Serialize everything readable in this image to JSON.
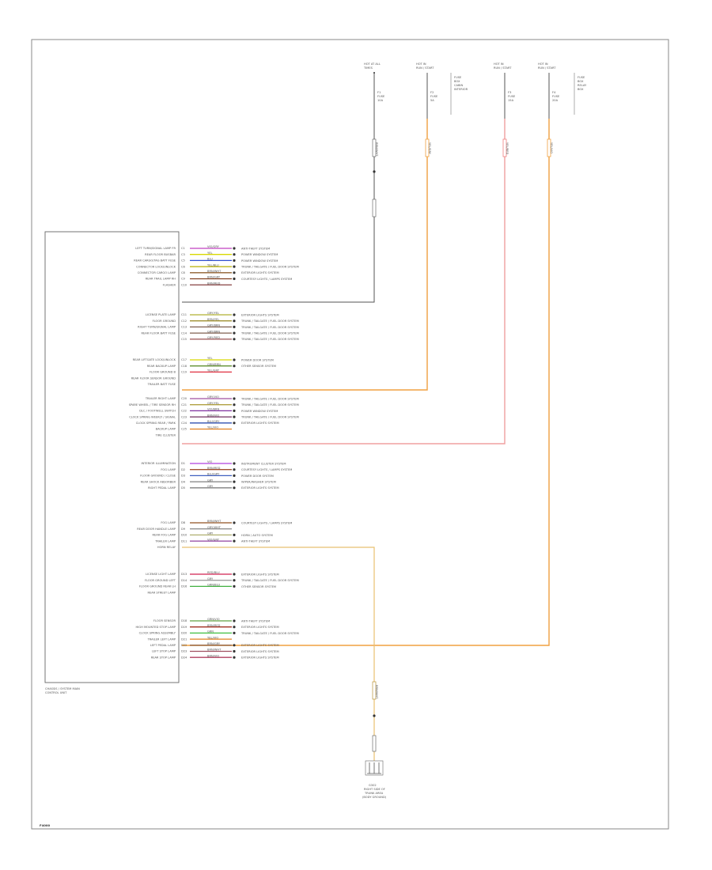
{
  "module": {
    "caption": [
      "CHASSIS / SYSTEM MAIN",
      "CONTROL UNIT"
    ],
    "pins_block_a": [
      "LEFT TURN/SIGNAL LAMP FR",
      "REAR FLOOR BUSBAR",
      "REAR CARGO/TAG BATT FUSE",
      "CONNECTOR LOCK/UNLOCK",
      "CONNECTOR CARGO LAMP",
      "REAR TRAIL LAMP RH",
      "FLASHER"
    ],
    "pins_block_b": [
      "LICENSE PLATE LAMP",
      "FLOOR GROUND",
      "RIGHT TURN/SIGNAL LAMP",
      "REAR FLOOR BATT FUSE"
    ],
    "pins_block_c": [
      "REAR LIFTGATE LOCK/UNLOCK",
      "REAR BACKUP LAMP",
      "FLOOR GROUND B",
      "REAR FLOOR SENSOR GROUND",
      "TRAILER BATT FUSE"
    ],
    "pins_block_d": [
      "TRAILER RIGHT LAMP",
      "SPARE WHEEL / TIRE SENSOR RH",
      "DLC / FOOTWELL SWITCH",
      "CLOCK SPRING WEEKLY / SIGNAL",
      "CLOCK SPRING REAR / PARK",
      "BACKUP LAMP",
      "TIRE CLUSTER"
    ],
    "pins_block_e": [
      "INTERIOR ILLUMINATION",
      "FOG LAMP",
      "FLOOR GROUND / CLOSE",
      "REAR SHOCK ABSORBER",
      "RIGHT PEDAL LAMP"
    ],
    "pins_block_f": [
      "FOG LAMP",
      "REAR DOOR HANDLE LAMP",
      "REAR FOG LAMP",
      "TRAILER LAMP",
      "HORN RELAY"
    ],
    "pins_block_g": [
      "LICENSE LIGHT LAMP",
      "FLOOR GROUND LEFT",
      "FLOOR GROUND REAR LH",
      "REAR STREET LAMP"
    ],
    "pins_block_h": [
      "FLOOR SENSOR",
      "HIGH MOUNTED STOP LAMP",
      "CLOCK SPRING ASSEMBLY",
      "TRAILER LEFT LAMP",
      "LEFT PEDAL LAMP",
      "LEFT STOP LAMP",
      "REAR STOP LAMP"
    ]
  },
  "wires_block_a": [
    {
      "pin": "C1",
      "code": "VIO/GRY",
      "color": "#c040c0",
      "dest": "ANTI-THEFT SYSTEM"
    },
    {
      "pin": "C3",
      "code": "YEL",
      "color": "#d8d800",
      "dest": "POWER WINDOW SYSTEM"
    },
    {
      "pin": "C5",
      "code": "BLU",
      "color": "#3050d0",
      "dest": "POWER WINDOW SYSTEM"
    },
    {
      "pin": "C6",
      "code": "YEL/BLU",
      "color": "#b8b000",
      "dest": "TRUNK / TAILGATE / FUEL DOOR SYSTEM"
    },
    {
      "pin": "C8",
      "code": "BRN/WHT",
      "color": "#906030",
      "dest": "EXTERIOR LIGHTS SYSTEM"
    },
    {
      "pin": "C9",
      "code": "BRN/GRY",
      "color": "#804020",
      "dest": "COURTESY LIGHTS / LAMPS SYSTEM"
    },
    {
      "pin": "C10",
      "code": "BRN/RED",
      "color": "#905050",
      "dest": ""
    }
  ],
  "wires_block_b": [
    {
      "pin": "C11",
      "code": "GRY/YEL",
      "color": "#b0b030",
      "dest": "EXTERIOR LIGHTS SYSTEM"
    },
    {
      "pin": "C12",
      "code": "BRN/YEL",
      "color": "#a09030",
      "dest": "TRUNK / TAILGATE / FUEL DOOR SYSTEM"
    },
    {
      "pin": "C13",
      "code": "GRY/BRN",
      "color": "#806050",
      "dest": "TRUNK / TAILGATE / FUEL DOOR SYSTEM"
    },
    {
      "pin": "C14",
      "code": "GRY/BRN",
      "color": "#806050",
      "dest": "TRUNK / TAILGATE / FUEL DOOR SYSTEM"
    },
    {
      "pin": "C15",
      "code": "GRY/RED",
      "color": "#a06060",
      "dest": "TRUNK / TAILGATE / FUEL DOOR SYSTEM"
    }
  ],
  "wires_block_c": [
    {
      "pin": "C17",
      "code": "YEL",
      "color": "#d8d800",
      "dest": "POWER DOOR SYSTEM"
    },
    {
      "pin": "C18",
      "code": "GRN/BRN",
      "color": "#609030",
      "dest": "OTHER SENSOR SYSTEM"
    },
    {
      "pin": "C19",
      "code": "YEL/GRY",
      "color": "#e03040",
      "dest": ""
    }
  ],
  "wires_block_d": [
    {
      "pin": "C20",
      "code": "GRY/VIO",
      "color": "#a050a0",
      "dest": "TRUNK / TAILGATE / FUEL DOOR SYSTEM"
    },
    {
      "pin": "C21",
      "code": "GRY/YEL",
      "color": "#b0a040",
      "dest": "TRUNK / TAILGATE / FUEL DOOR SYSTEM"
    },
    {
      "pin": "C22",
      "code": "VIO/BRN",
      "color": "#8030a0",
      "dest": "POWER WINDOW SYSTEM"
    },
    {
      "pin": "C23",
      "code": "BRN/VIO",
      "color": "#703060",
      "dest": "TRUNK / TAILGATE / FUEL DOOR SYSTEM"
    },
    {
      "pin": "C24",
      "code": "BLU/GRY",
      "color": "#3050b0",
      "dest": "EXTERIOR LIGHTS SYSTEM"
    },
    {
      "pin": "C25",
      "code": "YEL/VIO",
      "color": "#e08020",
      "dest": ""
    }
  ],
  "wires_block_e": [
    {
      "pin": "D1",
      "code": "VIO",
      "color": "#b040e0",
      "dest": "INSTRUMENT CLUSTER SYSTEM"
    },
    {
      "pin": "D2",
      "code": "BRN/RED",
      "color": "#a05030",
      "dest": "COURTESY LIGHTS / LAMPS SYSTEM"
    },
    {
      "pin": "D3",
      "code": "BLU/GRY",
      "color": "#4060c0",
      "dest": "POWER DOOR SYSTEM"
    },
    {
      "pin": "D4",
      "code": "GRY",
      "color": "#808080",
      "dest": "WIPER/WASHER SYSTEM"
    },
    {
      "pin": "D5",
      "code": "GRY",
      "color": "#808080",
      "dest": "EXTERIOR LIGHTS SYSTEM"
    }
  ],
  "wires_block_f": [
    {
      "pin": "D8",
      "code": "BRN/WHT",
      "color": "#905020",
      "dest": "COURTESY LIGHTS / LAMPS SYSTEM"
    },
    {
      "pin": "D9",
      "code": "GRY/WHT",
      "color": "#909090",
      "dest": ""
    },
    {
      "pin": "D10",
      "code": "GRY",
      "color": "#b0b070",
      "dest": "HORN / AUTO SYSTEM"
    },
    {
      "pin": "D11",
      "code": "VIO/GRY",
      "color": "#9040a0",
      "dest": "ANTI-THEFT SYSTEM"
    }
  ],
  "wires_block_g": [
    {
      "pin": "D13",
      "code": "RED/BLU",
      "color": "#d02050",
      "dest": "EXTERIOR LIGHTS SYSTEM"
    },
    {
      "pin": "D14",
      "code": "GRY",
      "color": "#a0a0a0",
      "dest": "TRUNK / TAILGATE / FUEL DOOR SYSTEM"
    },
    {
      "pin": "D16",
      "code": "GRN/BLU",
      "color": "#40b040",
      "dest": "OTHER SENSOR SYSTEM"
    }
  ],
  "wires_block_h": [
    {
      "pin": "D18",
      "code": "GRN/VIO",
      "color": "#60a040",
      "dest": "ANTI-THEFT SYSTEM"
    },
    {
      "pin": "D19",
      "code": "BRN/RED",
      "color": "#a03020",
      "dest": "EXTERIOR LIGHTS SYSTEM"
    },
    {
      "pin": "D20",
      "code": "GRN",
      "color": "#40c040",
      "dest": "TRUNK / TAILGATE / FUEL DOOR SYSTEM"
    },
    {
      "pin": "D21",
      "code": "YEL/VIO",
      "color": "#e08020",
      "dest": ""
    },
    {
      "pin": "D22",
      "code": "BRN/GRY",
      "color": "#906040",
      "dest": "EXTERIOR LIGHTS SYSTEM"
    },
    {
      "pin": "D23",
      "code": "BRN/WHT",
      "color": "#a05060",
      "dest": "EXTERIOR LIGHTS SYSTEM"
    },
    {
      "pin": "D24",
      "code": "BRN/VIO",
      "color": "#b04060",
      "dest": "EXTERIOR LIGHTS SYSTEM"
    }
  ],
  "feeds": [
    {
      "label": [
        "HOT AT ALL",
        "TIMES"
      ],
      "fuse": [
        "F1",
        "FUSE",
        "10A"
      ],
      "connector": "BRN/WHT",
      "color": "#555555",
      "side_label": []
    },
    {
      "label": [
        "HOT IN",
        "RUN / START"
      ],
      "fuse": [
        "F2",
        "FUSE",
        "5A"
      ],
      "connector": "YEL/GRY",
      "color": "#f0a040",
      "side_label": [
        "FUSE",
        "BOX",
        "CABIN",
        "INTERIOR"
      ]
    },
    {
      "label": [
        "HOT IN",
        "RUN / START"
      ],
      "fuse": [
        "F3",
        "FUSE",
        "15A"
      ],
      "connector": "YEL/RED",
      "color": "#f08080",
      "side_label": []
    },
    {
      "label": [
        "HOT IN",
        "RUN / START"
      ],
      "fuse": [
        "F4",
        "FUSE",
        "20A"
      ],
      "connector": "YEL/VIO",
      "color": "#f0a040",
      "side_label": [
        "FUSE",
        "BOX",
        "RELAY",
        "BOX"
      ]
    }
  ],
  "ground": {
    "connector": "BRN/WHT",
    "label": [
      "G302",
      "RIGHT SIDE OF",
      "TRUNK AREA",
      "(BODY GROUND)"
    ]
  },
  "footer_code": "F4000"
}
